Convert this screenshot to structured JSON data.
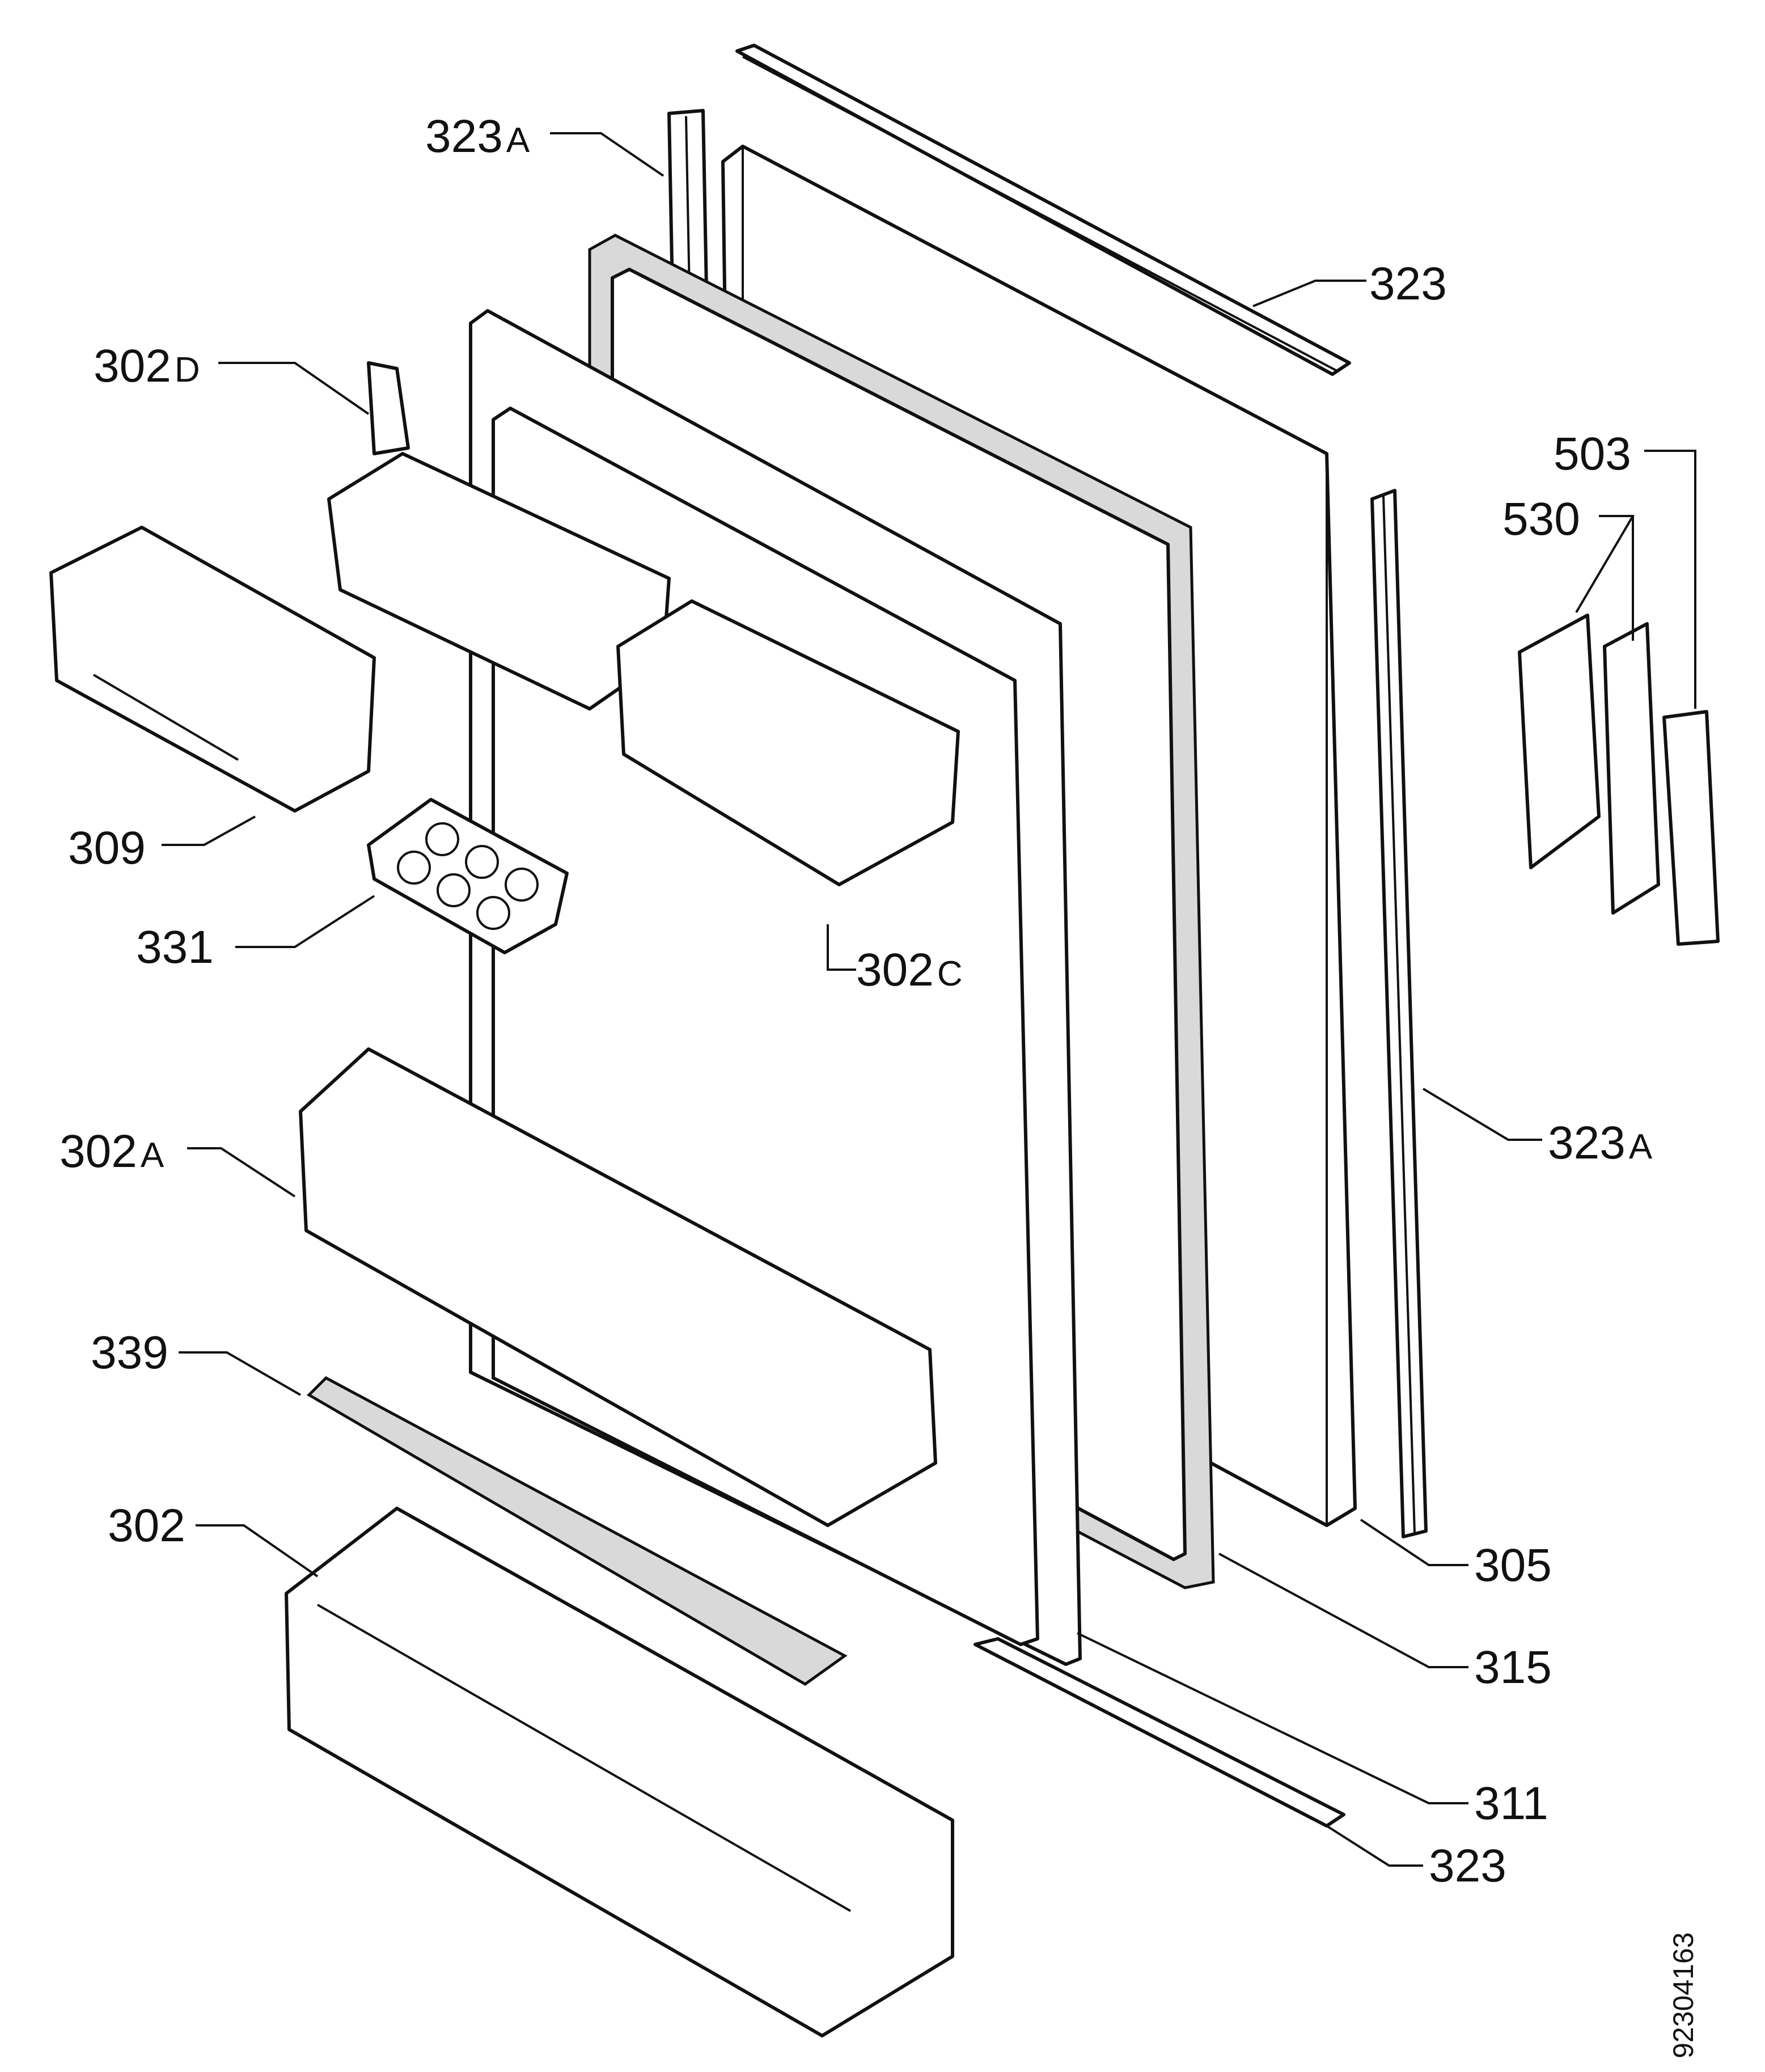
{
  "labels": {
    "l_323a_top": {
      "num": "323",
      "suffix": "A"
    },
    "l_323_top": {
      "num": "323",
      "suffix": ""
    },
    "l_302d": {
      "num": "302",
      "suffix": "D"
    },
    "l_503": {
      "num": "503",
      "suffix": ""
    },
    "l_530": {
      "num": "530",
      "suffix": ""
    },
    "l_309": {
      "num": "309",
      "suffix": ""
    },
    "l_331": {
      "num": "331",
      "suffix": ""
    },
    "l_302c": {
      "num": "302",
      "suffix": "C"
    },
    "l_302a": {
      "num": "302",
      "suffix": "A"
    },
    "l_323a_right": {
      "num": "323",
      "suffix": "A"
    },
    "l_339": {
      "num": "339",
      "suffix": ""
    },
    "l_302": {
      "num": "302",
      "suffix": ""
    },
    "l_305": {
      "num": "305",
      "suffix": ""
    },
    "l_315": {
      "num": "315",
      "suffix": ""
    },
    "l_311": {
      "num": "311",
      "suffix": ""
    },
    "l_323_bottom": {
      "num": "323",
      "suffix": ""
    }
  },
  "drawing_code": "92304163"
}
